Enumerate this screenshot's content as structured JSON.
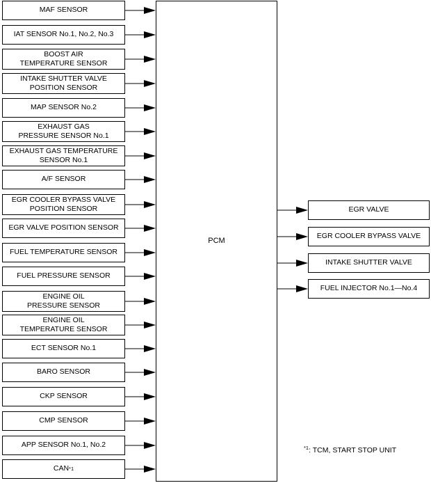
{
  "pcm": {
    "label": "PCM"
  },
  "inputs": [
    {
      "label": "MAF SENSOR"
    },
    {
      "label": "IAT SENSOR No.1, No.2, No.3"
    },
    {
      "label": "BOOST AIR\nTEMPERATURE SENSOR"
    },
    {
      "label": "INTAKE SHUTTER VALVE\nPOSITION SENSOR"
    },
    {
      "label": "MAP SENSOR No.2"
    },
    {
      "label": "EXHAUST GAS\nPRESSURE SENSOR No.1"
    },
    {
      "label": "EXHAUST GAS TEMPERATURE\nSENSOR No.1"
    },
    {
      "label": "A/F SENSOR"
    },
    {
      "label": "EGR COOLER BYPASS VALVE\nPOSITION SENSOR"
    },
    {
      "label": "EGR VALVE POSITION SENSOR"
    },
    {
      "label": "FUEL TEMPERATURE SENSOR"
    },
    {
      "label": "FUEL PRESSURE SENSOR"
    },
    {
      "label": "ENGINE OIL\nPRESSURE SENSOR"
    },
    {
      "label": "ENGINE OIL\nTEMPERATURE SENSOR"
    },
    {
      "label": "ECT SENSOR No.1"
    },
    {
      "label": "BARO SENSOR"
    },
    {
      "label": "CKP SENSOR"
    },
    {
      "label": "CMP SENSOR"
    },
    {
      "label": "APP SENSOR No.1, No.2"
    },
    {
      "label": "CAN",
      "sup": "*1"
    }
  ],
  "outputs": [
    {
      "label": "EGR VALVE"
    },
    {
      "label": "EGR COOLER BYPASS VALVE"
    },
    {
      "label": "INTAKE SHUTTER VALVE"
    },
    {
      "label": "FUEL INJECTOR No.1—No.4"
    }
  ],
  "footnote": {
    "marker": "*1",
    "text": ": TCM, START STOP UNIT"
  }
}
